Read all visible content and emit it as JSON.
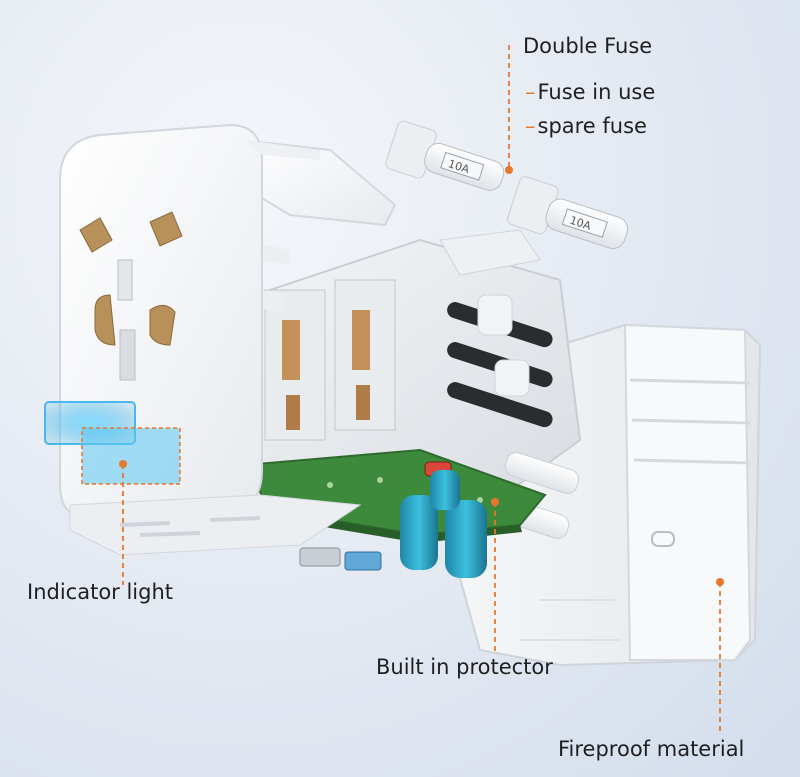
{
  "labels": {
    "double_fuse": "Double Fuse",
    "fuse_in_use": "Fuse in use",
    "spare_fuse": "spare fuse",
    "indicator_light": "Indicator light",
    "built_in_protector": "Built in protector",
    "fireproof_material": "Fireproof material",
    "fuse_rating": "10A"
  },
  "colors": {
    "leader": "#e8772e",
    "indicator_glow": "#4fc3f7",
    "pcb": "#3e8a3c",
    "capacitor": "#2aa7c9",
    "copper": "#c4915a",
    "housing": "#ffffff"
  }
}
